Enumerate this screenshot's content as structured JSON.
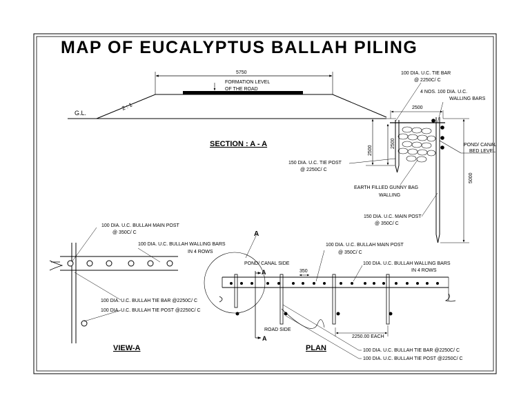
{
  "title": "MAP OF EUCALYPTUS BALLAH PILING",
  "section": {
    "heading": "SECTION : A - A",
    "gl": "G.L.",
    "slope": "2 : 1",
    "top_width": "5750",
    "formation_level_line1": "FORMATION LEVEL",
    "formation_level_line2": "OF THE ROAD",
    "tie_bar_line1": "100 DIA. U.C. TIE BAR",
    "tie_bar_line2": "@ 2250C/ C",
    "walling_bars_line1": "4 NOS. 100 DIA. U.C.",
    "walling_bars_line2": "WALLING BARS",
    "width_2500": "2500",
    "pond_level_line1": "POND/ CANAL",
    "pond_level_line2": "BED LEVEL",
    "vert_2500_a": "2500",
    "vert_2500_b": "2500",
    "vert_5000": "5000",
    "tie_post_line1": "150 DIA. U.C. TIE POST",
    "tie_post_line2": "@ 2250C/ C",
    "gunny_line1": "EARTH FILLED GUNNY BAG",
    "gunny_line2": "WALLING",
    "main_post_line1": "150 DIA. U.C. MAIN POST",
    "main_post_line2": "@ 350C/ C"
  },
  "view_a": {
    "heading": "VIEW-A",
    "main_post_line1": "100 DIA. U.C. BULLAH MAIN POST",
    "main_post_line2": "@ 350C/ C",
    "walling_line1": "100 DIA. U.C. BULLAH WALLING BARS",
    "walling_line2": "IN 4 ROWS",
    "tie_bar": "100 DIA. U.C. BULLAH TIE BAR @2250C/ C",
    "tie_post": "100 DIA. U.C. BULLAH TIE POST @2250C/ C"
  },
  "plan": {
    "heading": "PLAN",
    "section_mark": "A",
    "section_mark_top": "A",
    "section_mark_bottom": "A",
    "pond_side": "POND/ CANAL SIDE",
    "road_side": "ROAD SIDE",
    "spacing_350": "350",
    "each": "2250.00 EACH",
    "main_post_line1": "100 DIA. U.C. BULLAH MAIN POST",
    "main_post_line2": "@ 350C/ C",
    "walling_line1": "100 DIA. U.C. BULLAH WALLING BARS",
    "walling_line2": "IN 4 ROWS",
    "tie_bar": "100 DIA. U.C. BULLAH TIE BAR @2250C/ C",
    "tie_post": "100 DIA. U.C. BULLAH TIE POST @2250C/ C"
  }
}
